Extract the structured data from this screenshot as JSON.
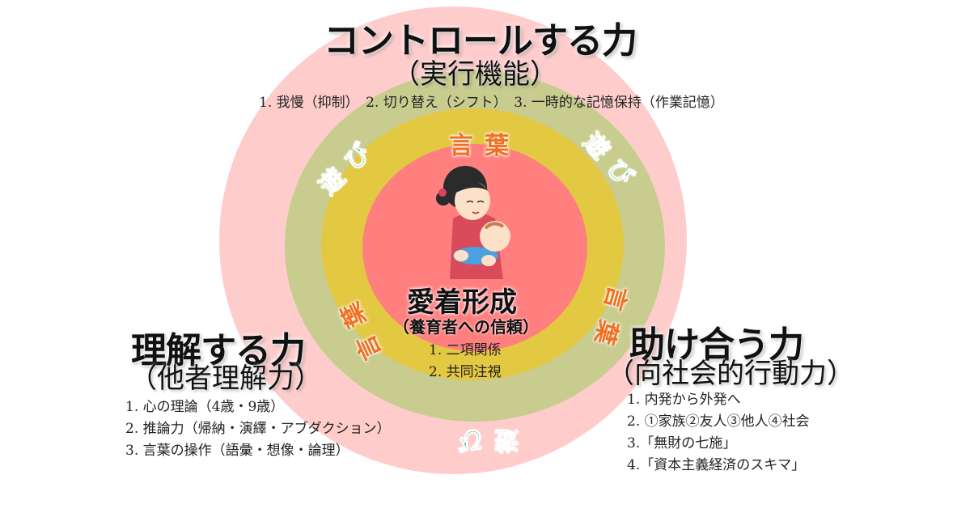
{
  "colors": {
    "outer": "#ffcccc",
    "green": "#c8cc8e",
    "yellow": "#e3c842",
    "inner": "#ff7f7f"
  },
  "top": {
    "title": "コントロールする力",
    "subtitle": "（実行機能）",
    "items": "1. 我慢（抑制）　2. 切り替え（シフト）　3. 一時的な記憶保持（作業記憶）"
  },
  "left": {
    "title": "理解する力",
    "subtitle": "（他者理解力）",
    "items": [
      "1. 心の理論（4歳・9歳）",
      "2. 推論力（帰納・演繹・アブダクション）",
      "3. 言葉の操作（語彙・想像・論理）"
    ]
  },
  "right": {
    "title": "助け合う力",
    "subtitle": "（向社会的行動力）",
    "items": [
      "1. 内発から外発へ",
      "2. ①家族②友人③他人④社会",
      "3.「無財の七施」",
      "4.「資本主義経済のスキマ」"
    ]
  },
  "center": {
    "title": "愛着形成",
    "subtitle": "（養育者への信頼）",
    "items": [
      "1. 二項関係",
      "2. 共同注視"
    ]
  },
  "rings": {
    "play": "遊び",
    "words": "言葉"
  },
  "illustration": "mother-holding-baby"
}
